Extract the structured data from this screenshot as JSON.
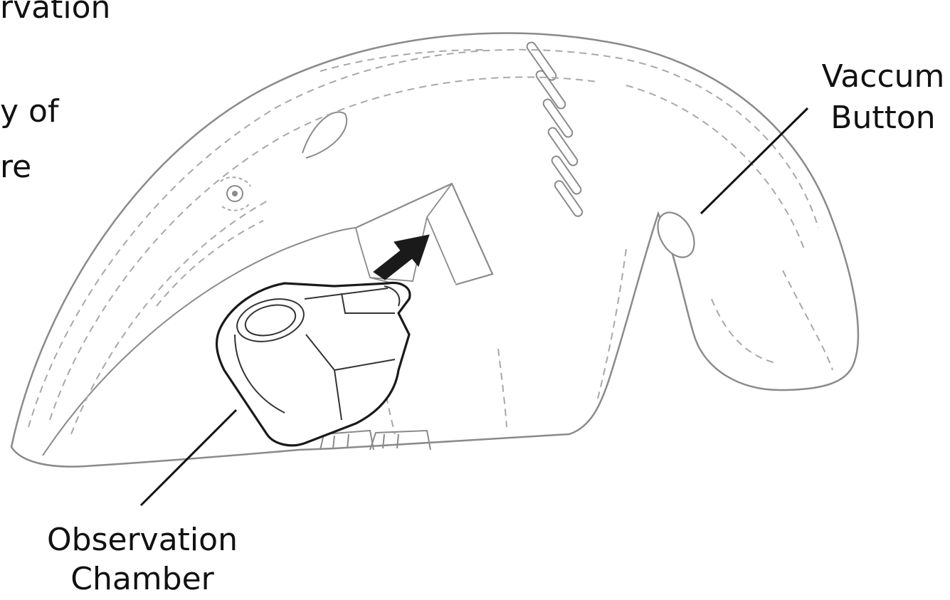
{
  "left_text": {
    "line1": "rvation",
    "line2": "y of",
    "line3": "re"
  },
  "labels": {
    "vacuum_line1": "Vaccum",
    "vacuum_line2": "Button",
    "chamber_line1": "Observation",
    "chamber_line2": "Chamber"
  },
  "colors": {
    "ink": "#111111",
    "outline": "#8a8a8a",
    "dash": "#a8a8a8",
    "arrow": "#1a1a1a"
  }
}
